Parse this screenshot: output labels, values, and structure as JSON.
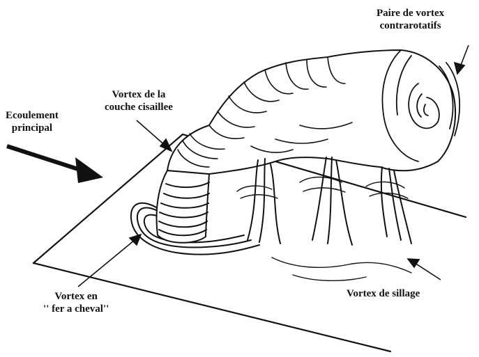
{
  "labels": {
    "main_flow": [
      "Ecoulement",
      "principal"
    ],
    "shear_layer_vortex": [
      "Vortex de la",
      "couche cisaillee"
    ],
    "counter_rotating_pair": [
      "Paire de vortex",
      "contrarotatifs"
    ],
    "horseshoe_vortex": [
      "Vortex en",
      "'' fer a cheval''"
    ],
    "wake_vortex": [
      "Vortex de sillage"
    ]
  },
  "colors": {
    "ink": "#111111",
    "paper": "#ffffff"
  }
}
